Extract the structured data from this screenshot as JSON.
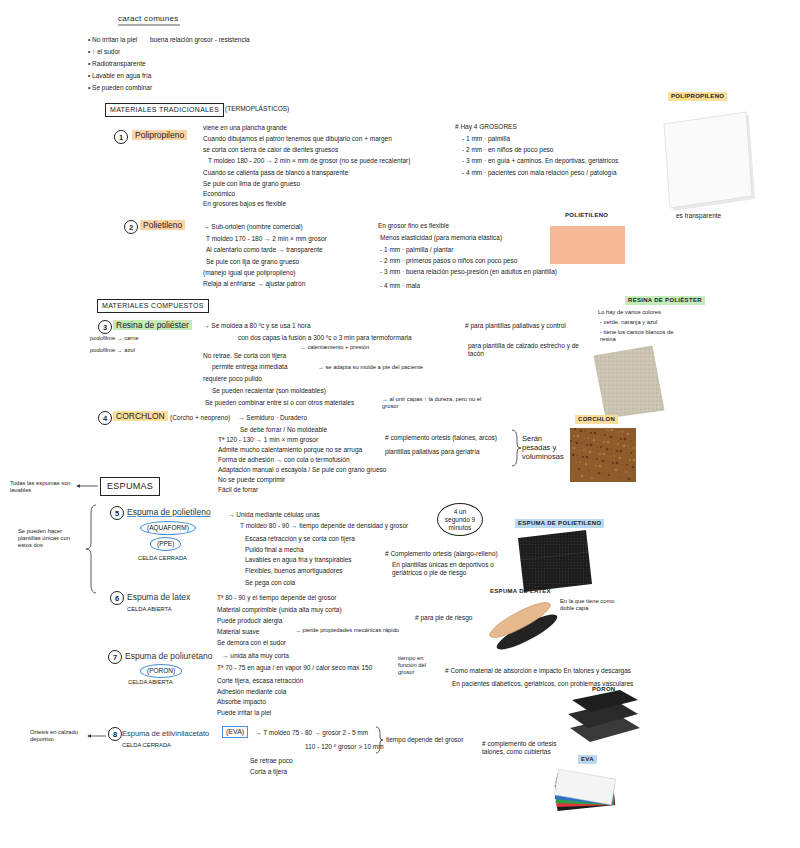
{
  "diagram": {
    "title": "caract comunes",
    "nodes": [
      {
        "text": [
          "MATERIALES TRADICIONALES"
        ]
      },
      {
        "text": [
          "1"
        ]
      },
      {
        "text": [
          "Polipropileno"
        ]
      },
      {
        "text": [
          "2"
        ]
      },
      {
        "text": [
          "Polietileno"
        ]
      },
      {
        "text": [
          "MATERIALES COMPUESTOS"
        ]
      },
      {
        "text": [
          "3"
        ]
      },
      {
        "text": [
          "Resina de poliéster"
        ]
      },
      {
        "text": [
          "4"
        ]
      },
      {
        "text": [
          "CORCHLON"
        ]
      },
      {
        "text": [
          "ESPUMAS"
        ]
      },
      {
        "text": [
          "5"
        ]
      },
      {
        "text": [
          "(AQUAFORM)"
        ]
      },
      {
        "text": [
          "(PPE)"
        ]
      },
      {
        "text": [
          "4 un segundo 9 minutos"
        ]
      },
      {
        "text": [
          "6"
        ]
      },
      {
        "text": [
          "7"
        ]
      },
      {
        "text": [
          "(PORON)"
        ]
      },
      {
        "text": [
          "8"
        ]
      },
      {
        "text": [
          "(EVA)"
        ]
      },
      {
        "text": [
          "POLIPROPILENO"
        ]
      },
      {
        "text": [
          "RESINA DE POLIÉSTER"
        ]
      },
      {
        "text": [
          "CORCHLON"
        ]
      },
      {
        "text": [
          "ESPUMA DE POLIETILENO"
        ]
      },
      {
        "text": [
          "EVA"
        ]
      }
    ],
    "labels": [
      "• No irritan la piel",
      "buena relación grosor - resistencia",
      "• ↑ el sudor",
      "• Radiotransparente",
      "• Lavable en agua fría",
      "• Se pueden combinar",
      "(TERMOPLÁSTICOS)",
      "viene en una plancha grande",
      "Cuando dibujamos el patrón tenemos que dibujarlo con + margen",
      "se corta con sierra de calor de dientes gruesos",
      "T moldeo 180 - 200 → 2 min × mm de grosor (no se puede recalentar)",
      "Cuando se calienta pasa de blanco a transparente",
      "Se pule con lima de grano grueso",
      "Económico",
      "En grosores bajos es flexible",
      "# Hay 4 GROSORES",
      "- 1 mm · palmilla",
      "- 2 mm · en niños de poco peso",
      "- 3 mm · en guía + caminos. En deportivas, geriátricos",
      "- 4 mm · pacientes con mala relación peso / patología",
      "POLIETILENO",
      "es transparente",
      "→ Sub-ortolen (nombre comercial)",
      "T moldeo 170 - 180 → 2 min × mm grosor",
      "Al calentarlo como tarde → transparente",
      "Se pule con lija de grano grueso",
      "(manejo igual que polipropileno)",
      "Relaja al enfriarse → ajustar patrón",
      "En grosor fino es flexible",
      "Menos elasticidad (para memoria elástica)",
      "- 1 mm · palmilla / plantar",
      "- 2 mm · primeros pasos o niños con poco peso",
      "- 3 mm · buena relación peso-presión (en adultos en plantilla)",
      "- 4 mm · mala",
      "podofilme → carne",
      "podofilme → azul",
      "→ Se moldea a 80 ºc y se usa 1 hora",
      "con dos capas la fusión a 300 ºc o 3 min para termoformarla",
      "→ calentamiento + presión",
      "No retrae. Se corta con tijera",
      "permite entrega inmediata",
      "→ se adapta su molde a pie del paciente",
      "requiere poco pulido",
      "Se pueden recalentar (son moldeables)",
      "Se pueden combinar entre sí o con otros materiales",
      "→ al unir capas ↑ la dureza, pero no el grosor",
      "# para plantillas paliativas y control",
      "para plantilla de calzado estrecho y de tacón",
      "Lo hay de varios colores",
      "- verde, naranja y azul",
      "- tiene los cantos blancos de resina",
      "(Corcho + neopreno)",
      "→ Semiduro · Duradero",
      "Se debe forrar / No moldeable",
      "Tª 120 - 130 → 1 min × mm grosor",
      "Admite mucho calentamiento porque no se arruga",
      "Forma de adhesión → con cola o termofusión",
      "Adaptación manual o escayola / Se pule con grano grueso",
      "No se puede comprimir",
      "Fácil de forrar",
      "# complemento ortesis (talones, arcos)",
      "plantillas paliativas para geriatría",
      "Serán pesadas y voluminosas",
      "Todas las espumas son lavables",
      "Se pueden hacer plantillas únicas con estos dos",
      "CELDA CERRADA",
      "→ Unida mediante células unas",
      "T moldeo 80 - 90 → tiempo depende de densidad y grosor",
      "Escasa retracción y se corta con tijera",
      "Pulido final a mecha",
      "Lavables en agua fría y transpirables",
      "Flexibles, buenos amortiguadores",
      "Se pega con cola",
      "# Complemento ortesis (alargo-relleno)",
      "En plantillas únicas en deportivos o geriátricos o pie de riesgo",
      "CELDA ABIERTA",
      "Tª 80 - 90 y el tiempo depende del grosor",
      "Material comprimible (unida alta muy corta)",
      "Puede producir alergia",
      "Material suave",
      "→ pierde propiedades mecánicas rápido",
      "Se demora con el sudor",
      "# para pie de riesgo",
      "ESPUMA DE LATEX",
      "En la que tiene como doble capa",
      "CELDA ABIERTA",
      "→ unida alta muy corta",
      "Tª 70 - 75 en agua / en vapor 90 / calor seco max 150",
      "tiempo en función del grosor",
      "Corte tijera, escasa retracción",
      "Adhesión mediante cola",
      "Absorbe impacto",
      "Puede irritar la piel",
      "# Como material de absorción e impacto En talones y descargas",
      "En pacientes diabéticos, geriátricos, con problemas vasculares",
      "PORON",
      "Ortesis en calzado deportivo",
      "Espuma de etilvinilacetato",
      "CELDA CERRADA",
      "→ T moldeo 75 - 80 → grosor 2 - 5 mm",
      "110 - 120 º grosor > 10 mm",
      "tiempo depende del grosor",
      "Se retrae poco",
      "Corta a tijera",
      "# complemento de ortesis talones, como cubiertas",
      "Espuma de polietileno",
      "Espuma de latex",
      "Espuma de poliuretano"
    ]
  }
}
